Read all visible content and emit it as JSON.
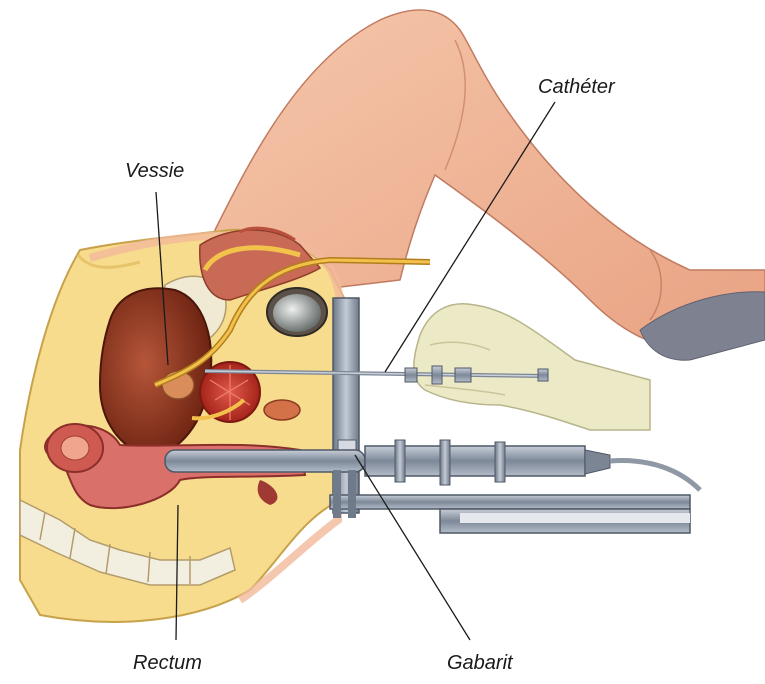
{
  "labels": {
    "vessie": "Vessie",
    "catheter": "Cathéter",
    "rectum": "Rectum",
    "gabarit": "Gabarit"
  },
  "colors": {
    "skin": "#f2b99a",
    "skin_shadow": "#d98f72",
    "fat": "#f6dc8c",
    "organ": "#9c3a1e",
    "organ_light": "#c76a45",
    "metal": "#8e99a8",
    "glove": "#ece9c6",
    "rectum": "#d9706a"
  }
}
